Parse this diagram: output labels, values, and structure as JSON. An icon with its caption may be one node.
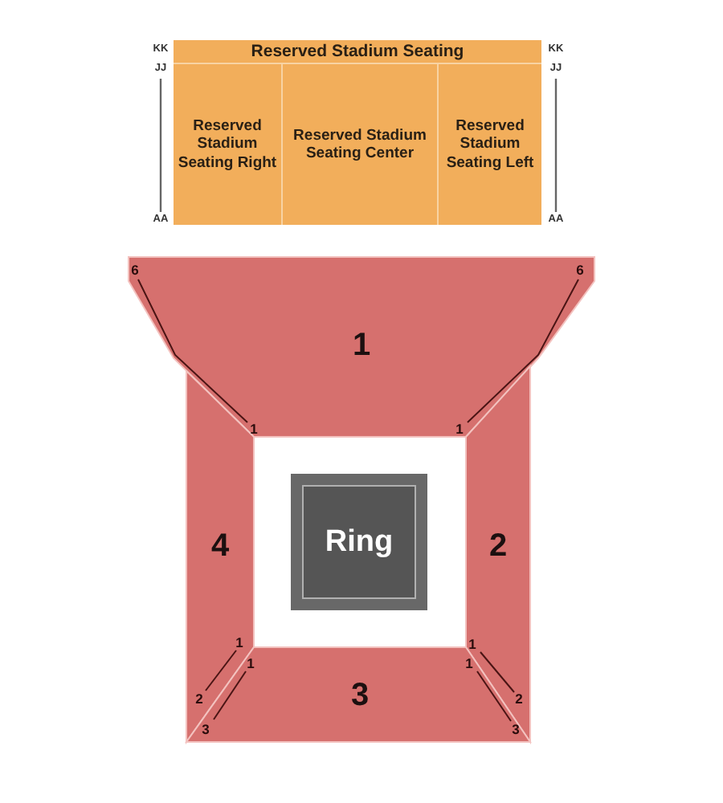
{
  "diagram": {
    "nodes": [
      {
        "text": [
          "Reserved Stadium Seating"
        ]
      },
      {
        "text": [
          "Reserved Stadium Seating Right"
        ]
      },
      {
        "text": [
          "Reserved Stadium Seating Center"
        ]
      },
      {
        "text": [
          "Reserved Stadium Seating Left"
        ]
      },
      {
        "text": [
          "1"
        ]
      },
      {
        "text": [
          "4"
        ]
      },
      {
        "text": [
          "Ring"
        ]
      },
      {
        "text": [
          "2"
        ]
      },
      {
        "text": [
          "3"
        ]
      }
    ],
    "labels": [
      "KK",
      "KK",
      "JJ",
      "JJ",
      "AA",
      "AA",
      "6",
      "6",
      "1",
      "1",
      "1",
      "1",
      "1",
      "1",
      "2",
      "2",
      "3",
      "3"
    ]
  }
}
